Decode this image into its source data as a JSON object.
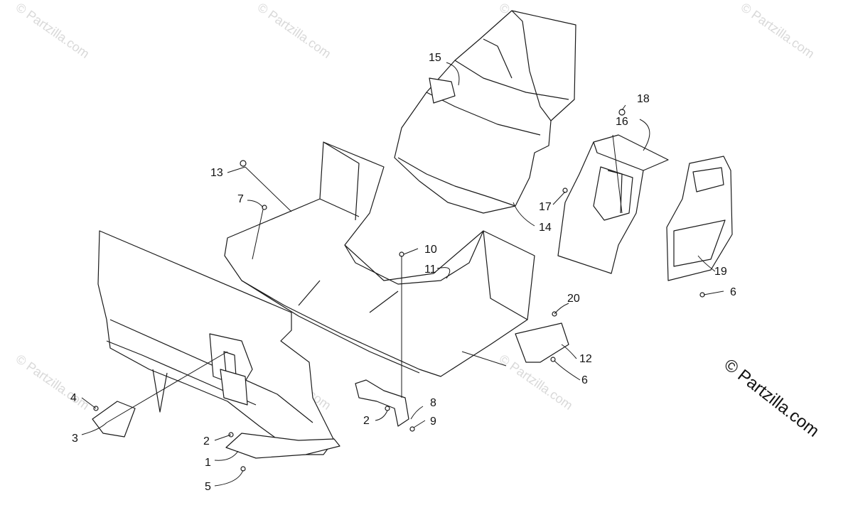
{
  "watermark_text": "© Partzilla.com",
  "credit_text": "© Partzilla.com",
  "colors": {
    "line": "#1a1a1a",
    "fill": "#ffffff",
    "watermark": "#d9d9d9"
  },
  "callouts": {
    "n1": "1",
    "n2a": "2",
    "n2b": "2",
    "n3": "3",
    "n4": "4",
    "n5": "5",
    "n6a": "6",
    "n6b": "6",
    "n7": "7",
    "n8": "8",
    "n9": "9",
    "n10": "10",
    "n11": "11",
    "n12": "12",
    "n13": "13",
    "n14": "14",
    "n15": "15",
    "n16": "16",
    "n17": "17",
    "n18": "18",
    "n19": "19",
    "n20": "20"
  }
}
